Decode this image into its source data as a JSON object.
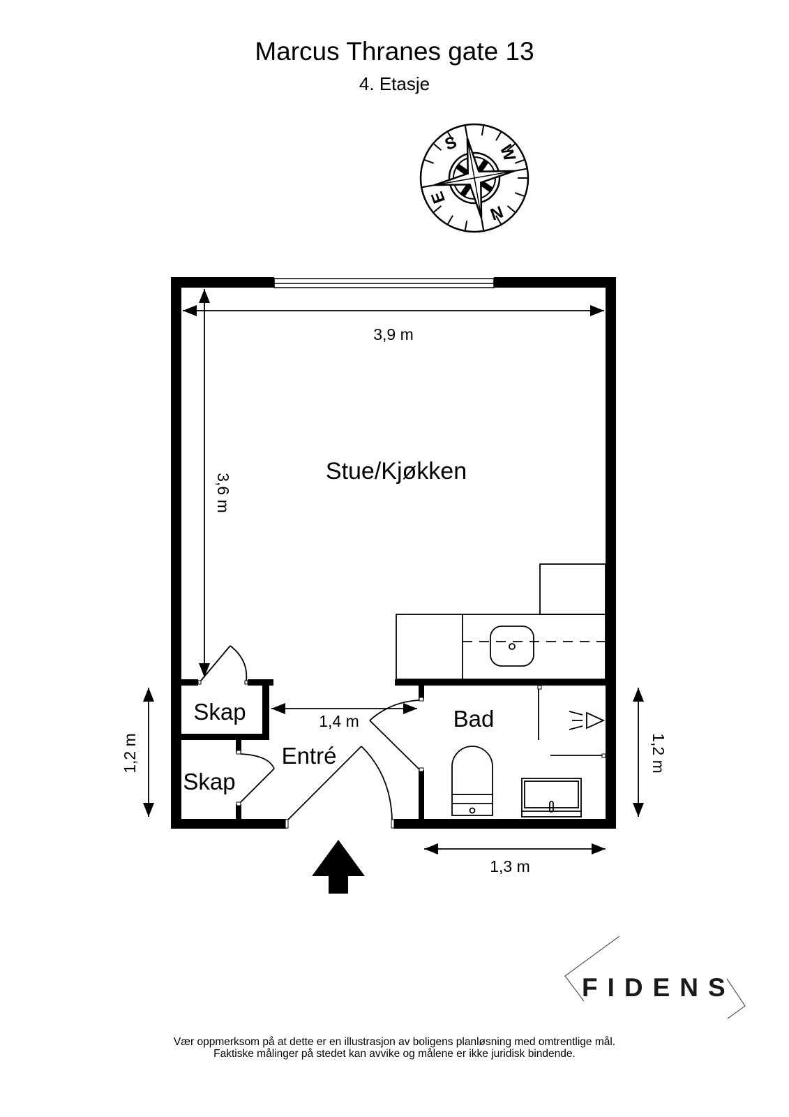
{
  "header": {
    "title": "Marcus Thranes gate 13",
    "floor": "4. Etasje"
  },
  "compass": {
    "labels": [
      "S",
      "W",
      "N",
      "E"
    ],
    "icon": "compass-rose-icon"
  },
  "rooms": [
    {
      "id": "stue",
      "label": "Stue/Kjøkken"
    },
    {
      "id": "bad",
      "label": "Bad"
    },
    {
      "id": "entre",
      "label": "Entré"
    },
    {
      "id": "skap1",
      "label": "Skap"
    },
    {
      "id": "skap2",
      "label": "Skap"
    }
  ],
  "dimensions": {
    "stue_width": "3,9 m",
    "stue_depth": "3,6 m",
    "entre_width": "1,4 m",
    "left_height": "1,2 m",
    "bad_height": "1,2 m",
    "bad_width": "1,3 m"
  },
  "entrance": {
    "icon": "entrance-arrow-icon"
  },
  "logo": {
    "text": "FIDENS"
  },
  "disclaimer": {
    "line1": "Vær oppmerksom på at dette er en illustrasjon av boligens planløsning med omtrentlige mål.",
    "line2": "Faktiske målinger på stedet kan avvike og målene er ikke juridisk bindende."
  },
  "colors": {
    "wall": "#000000",
    "background": "#ffffff",
    "logo": "#1a1a1a"
  }
}
